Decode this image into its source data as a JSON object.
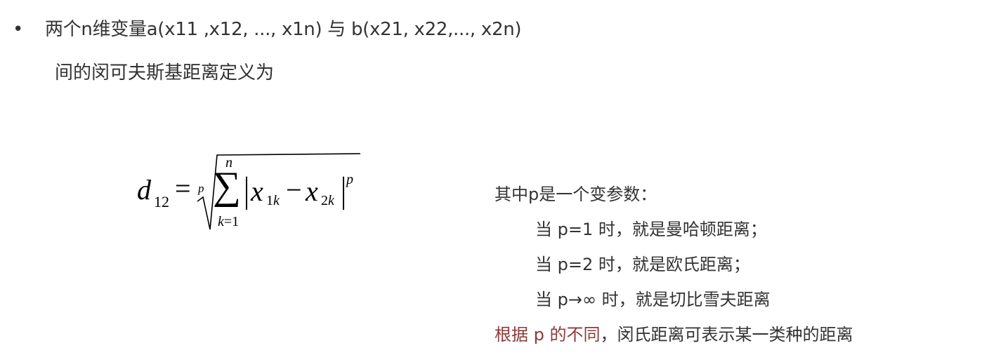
{
  "bullet": "•",
  "intro": {
    "line1": "两个n维变量a(x11 ,x12, ..., x1n) 与 b(x21, x22,..., x2n)",
    "line2": "间的闵可夫斯基距离定义为"
  },
  "formula": {
    "lhs": "d",
    "lhs_sub": "12",
    "equals": "=",
    "root_index": "p",
    "sigma": "∑",
    "upper": "n",
    "lower_var": "k",
    "lower_rest": "=1",
    "bar": "|",
    "x1": "x",
    "x1_sub_num": "1",
    "x1_sub_var": "k",
    "minus": "−",
    "x2": "x",
    "x2_sub_num": "2",
    "x2_sub_var": "k",
    "power": "p"
  },
  "explanation": {
    "header": "其中p是一个变参数：",
    "cases": [
      "当 p=1 时，就是曼哈顿距离；",
      "当 p=2 时，就是欧氏距离；",
      "当 p→∞ 时，就是切比雪夫距离"
    ],
    "conclusion_highlight": "根据 p 的不同",
    "conclusion_rest": "，闵氏距离可表示某一类种的距离"
  },
  "colors": {
    "text": "#333333",
    "highlight": "#8b3a3a"
  }
}
